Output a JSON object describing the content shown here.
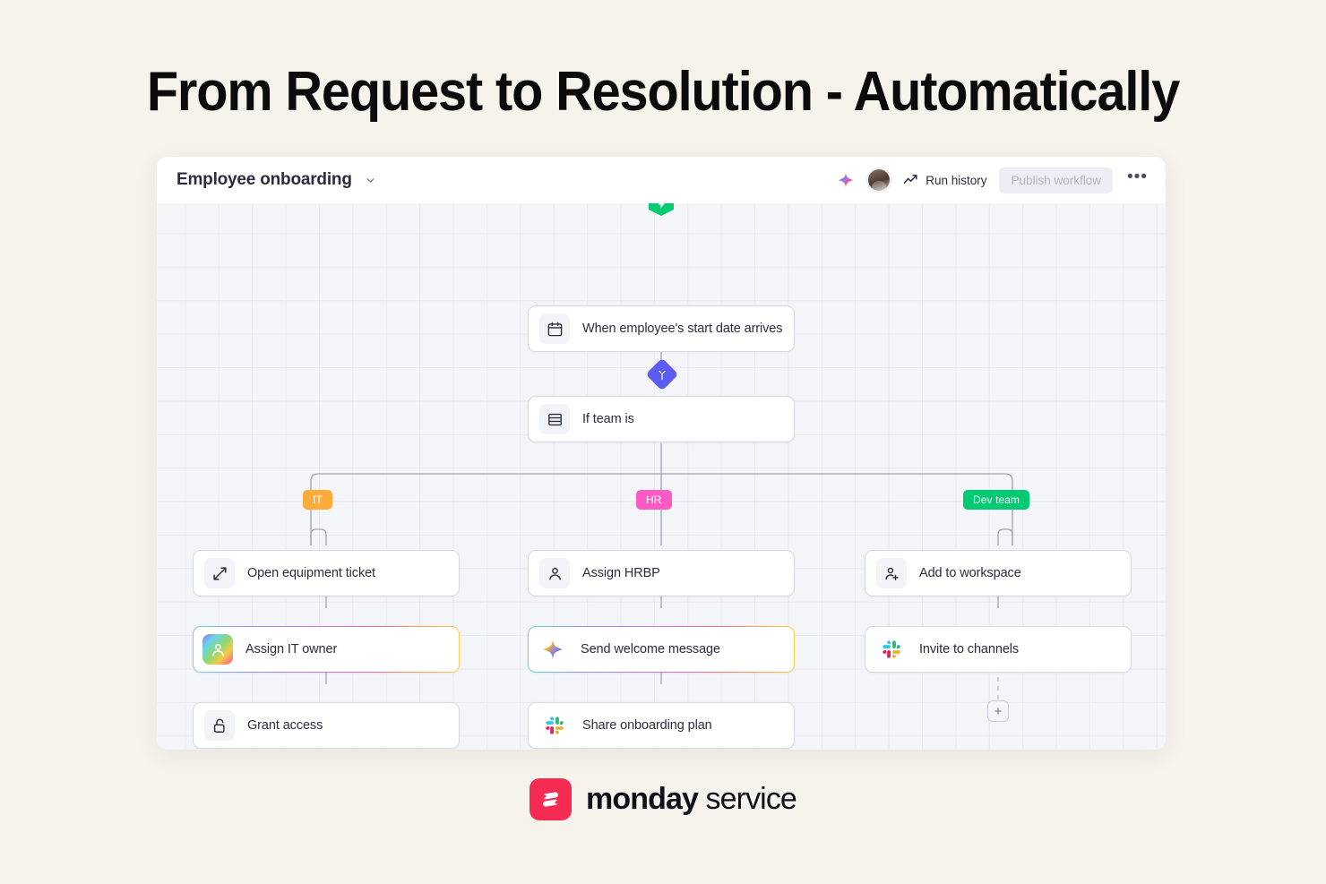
{
  "headline": "From Request to Resolution - Automatically",
  "app": {
    "title": "Employee onboarding",
    "chevron_icon": "chevron-down-icon",
    "toolbar": {
      "ai_icon": "ai-sparkle-icon",
      "avatar": "user-avatar",
      "run_history_icon": "trend-line-icon",
      "run_history_label": "Run history",
      "publish_label": "Publish workflow",
      "more_label": "•••"
    }
  },
  "flow": {
    "trigger": {
      "label": "When employee's start date arrives",
      "icon": "calendar-icon",
      "badge_icon": "lightning-bolt-icon",
      "badge_color": "#00CA72"
    },
    "condition": {
      "label": "If team is",
      "icon": "list-rows-icon",
      "badge_icon": "branch-icon",
      "badge_color": "#5C5CF5"
    },
    "branches": [
      {
        "pill_label": "IT",
        "pill_color": "#FDAB3D",
        "steps": [
          {
            "label": "Open equipment ticket",
            "icon": "expand-arrows-icon",
            "style": "default"
          },
          {
            "label": "Assign IT owner",
            "icon": "person-gradient-icon",
            "style": "ai"
          },
          {
            "label": "Grant access",
            "icon": "unlock-icon",
            "style": "default"
          }
        ]
      },
      {
        "pill_label": "HR",
        "pill_color": "#FF5AC4",
        "steps": [
          {
            "label": "Assign HRBP",
            "icon": "person-icon",
            "style": "default"
          },
          {
            "label": "Send welcome message",
            "icon": "sparkle-star-icon",
            "style": "ai"
          },
          {
            "label": "Share onboarding plan",
            "icon": "slack-icon",
            "style": "default"
          }
        ]
      },
      {
        "pill_label": "Dev team",
        "pill_color": "#00CA72",
        "steps": [
          {
            "label": "Add to workspace",
            "icon": "person-plus-icon",
            "style": "default"
          },
          {
            "label": "Invite to channels",
            "icon": "slack-icon",
            "style": "default"
          }
        ],
        "add_button_label": "+"
      }
    ]
  },
  "footer": {
    "logo_mark": "monday-logo-icon",
    "brand": "monday",
    "product": "service"
  }
}
